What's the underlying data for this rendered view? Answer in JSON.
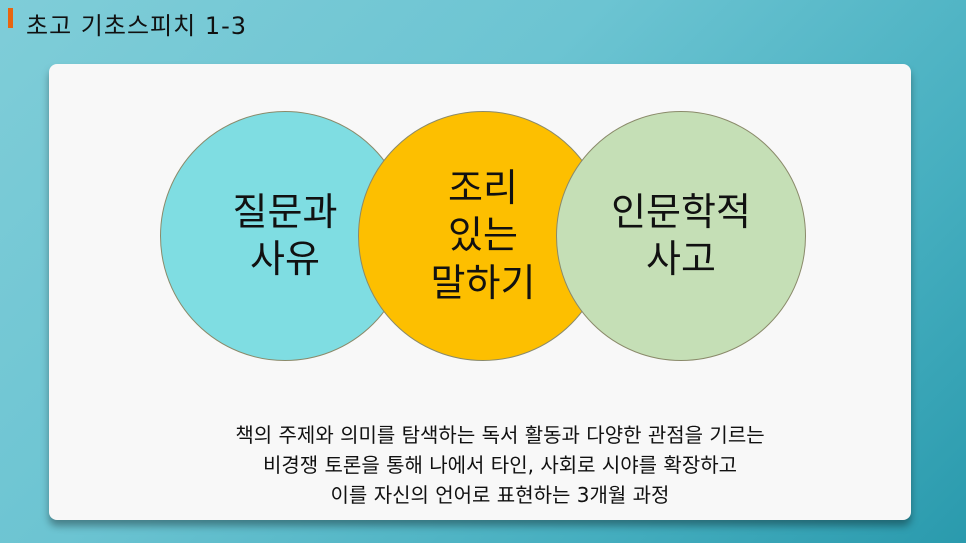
{
  "slide": {
    "title": "초고 기초스피치 1-3"
  },
  "circles": [
    {
      "label": "질문과\n사유",
      "color": "#7fdde2"
    },
    {
      "label": "조리\n있는\n말하기",
      "color": "#fdbf00"
    },
    {
      "label": "인문학적\n사고",
      "color": "#c5dfb6"
    }
  ],
  "description": [
    "책의 주제와 의미를 탐색하는 독서 활동과  다양한 관점을 기르는",
    "비경쟁 토론을 통해 나에서 타인, 사회로 시야를 확장하고",
    "이를 자신의 언어로 표현하는 3개월 과정"
  ]
}
